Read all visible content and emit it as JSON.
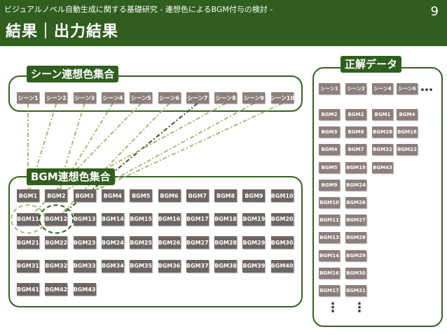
{
  "header": {
    "subtitle": "ビジュアルノベル自動生成に関する基礎研究 - 連想色によるBGM付与の検討 -",
    "title": "結果｜出力結果",
    "page": "9"
  },
  "scene_section": {
    "label": "シーン連想色集合",
    "scenes": [
      "シーン1",
      "シーン2",
      "シーン3",
      "シーン4",
      "シーン5",
      "シーン6",
      "シーン7",
      "シーン8",
      "シーン9",
      "シーン10"
    ]
  },
  "bgm_section": {
    "label": "BGM連想色集合",
    "bgms": [
      "BGM1",
      "BGM2",
      "BGM3",
      "BGM4",
      "BGM5",
      "BGM6",
      "BGM7",
      "BGM8",
      "BGM9",
      "BGM10",
      "BGM11",
      "BGM12",
      "BGM13",
      "BGM14",
      "BGM15",
      "BGM16",
      "BGM17",
      "BGM18",
      "BGM19",
      "BGM20",
      "BGM21",
      "BGM22",
      "BGM23",
      "BGM24",
      "BGM25",
      "BGM26",
      "BGM27",
      "BGM28",
      "BGM29",
      "BGM30",
      "BGM31",
      "BGM32",
      "BGM33",
      "BGM34",
      "BGM35",
      "BGM36",
      "BGM37",
      "BGM38",
      "BGM39",
      "BGM40",
      "BGM41",
      "BGM42",
      "BGM43"
    ]
  },
  "ground_truth": {
    "label": "正解データ",
    "headers": [
      "シーン1",
      "シーン2",
      "シーン4",
      "シーン6"
    ],
    "header_ellipsis": "…",
    "columns": [
      [
        "BGM2",
        "BGM3",
        "BGM4",
        "BGM5",
        "BGM9",
        "BGM10",
        "BGM11",
        "BGM13",
        "BGM14",
        "BGM16",
        "BGM17"
      ],
      [
        "BGM2",
        "BGM6",
        "BGM7",
        "BGM19",
        "BGM24",
        "BGM26",
        "BGM27",
        "BGM28",
        "BGM29",
        "BGM30",
        "BGM31"
      ],
      [
        "BGM1",
        "BGM28",
        "BGM32",
        "BGM43"
      ],
      [
        "BGM4",
        "BGM18",
        "BGM22"
      ]
    ],
    "col_ellipsis": "⋮"
  },
  "colors": {
    "header": "#2f5e1e",
    "scene_box": "#8d7f7c",
    "bgm_box": "#6e6663",
    "link_light": "#a8b67a",
    "link_dark": "#2f5e1e"
  }
}
